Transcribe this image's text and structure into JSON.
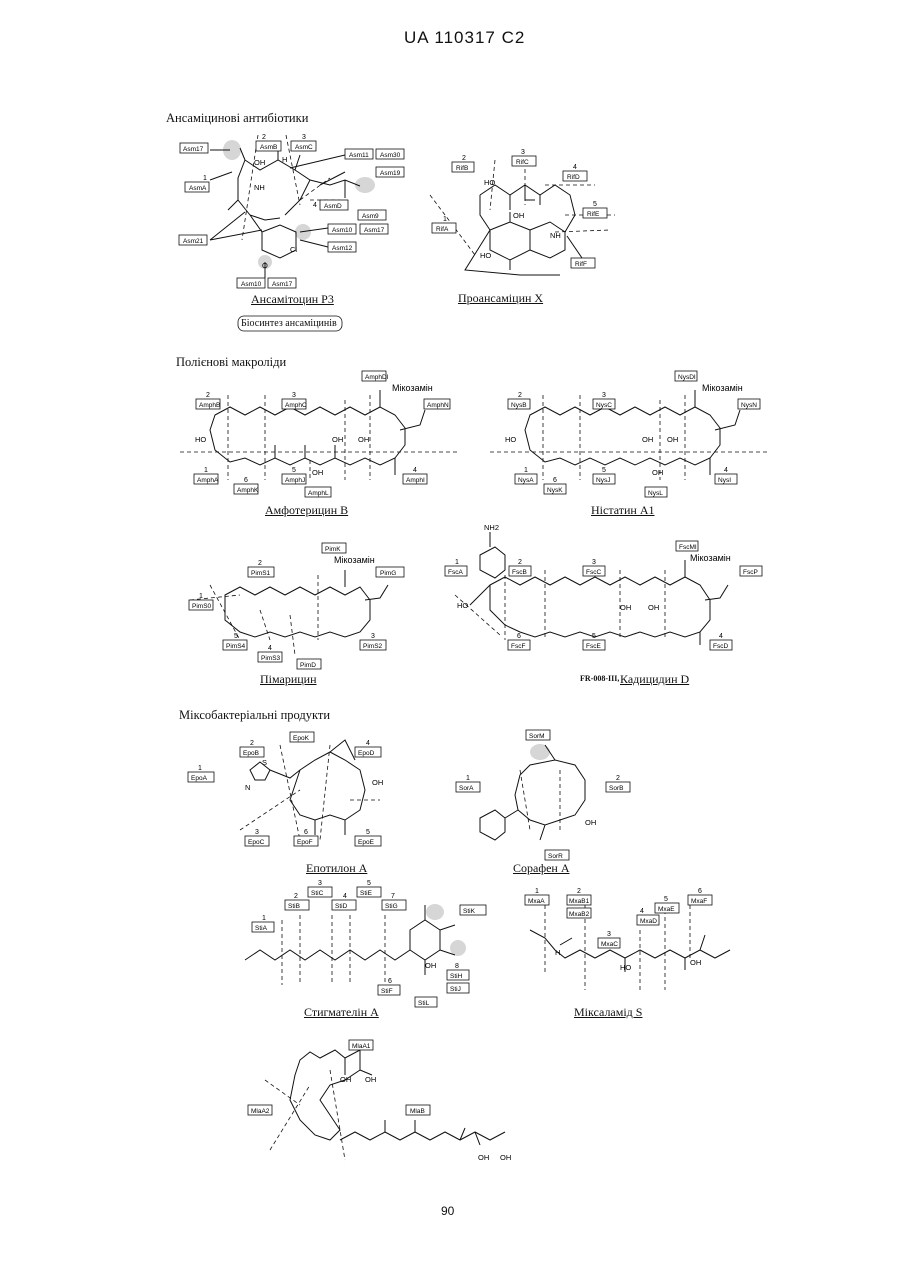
{
  "header": {
    "doc_id": "UA   110317   C2"
  },
  "sections": {
    "ansamycin": "Ансаміцинові антибіотики",
    "polyene": "Полієнові макроліди",
    "myxo": "Міксобактеріальні продукти"
  },
  "captions": {
    "ansamitocin": "Ансамітоцин P3",
    "proansamycin": "Проансаміцин X",
    "biosynth": "Біосинтез ансаміцинів",
    "amphotericin": "Амфотерицин B",
    "nystatin": "Ністатин A1",
    "pimaricin": "Пімарицин",
    "candicidin_prefix": "FR-008-III,",
    "candicidin": "Кадицидин D",
    "epothilone": "Епотилон A",
    "soraphen": "Сорафен A",
    "stigmatellin": "Стигмателін A",
    "myxalamide": "Міксаламід S"
  },
  "mycosamine_label": "Мікозамін",
  "page_number": "90",
  "gene_boxes": {
    "asm": [
      "Asm17",
      "AsmA",
      "AsmB",
      "AsmC",
      "Asm11",
      "Asm30",
      "Asm19",
      "AsmD",
      "Asm9",
      "Asm10",
      "Asm17",
      "Asm12",
      "Asm21",
      "Asm10",
      "Asm17"
    ],
    "rif": [
      "RifB",
      "RifC",
      "RifD",
      "RifE",
      "RifA",
      "RifF"
    ],
    "amph": [
      "AmphDI",
      "AmphB",
      "AmphC",
      "AmphN",
      "AmphA",
      "AmphK",
      "AmphJ",
      "AmphL",
      "AmphI"
    ],
    "nys": [
      "NysDI",
      "NysB",
      "NysC",
      "NysN",
      "NysA",
      "NysK",
      "NysJ",
      "NysL",
      "NysI"
    ],
    "pim": [
      "PimK",
      "PimS1",
      "PimG",
      "PimS0",
      "PimS4",
      "PimS3",
      "PimD",
      "PimS2"
    ],
    "fsc": [
      "FscMI",
      "FscA",
      "FscB",
      "FscC",
      "FscP",
      "FscF",
      "FscE",
      "FscD"
    ],
    "epo": [
      "EpoK",
      "EpoB",
      "EpoD",
      "EpoA",
      "EpoC",
      "EpoF",
      "EpoE"
    ],
    "sor": [
      "SorM",
      "SorA",
      "SorB",
      "SorR"
    ],
    "sti": [
      "StiC",
      "StiE",
      "StiB",
      "StiD",
      "StiG",
      "StiK",
      "StiA",
      "StiF",
      "StiL",
      "StiH",
      "StiJ"
    ],
    "mxa": [
      "MxaA",
      "MxaB1",
      "MxaB2",
      "MxaC",
      "MxaD",
      "MxaE",
      "MxaF"
    ],
    "mla": [
      "MlaA1",
      "MlaA2",
      "MlaB"
    ]
  },
  "module_numbers": {
    "asm": [
      "1",
      "2",
      "3",
      "4"
    ],
    "rif": [
      "1",
      "2",
      "3",
      "4",
      "5"
    ],
    "amph": [
      "2",
      "3",
      "1",
      "6",
      "5",
      "4"
    ],
    "nys": [
      "2",
      "3",
      "1",
      "6",
      "5",
      "4"
    ],
    "pim": [
      "2",
      "1",
      "5",
      "4",
      "3"
    ],
    "fsc": [
      "1",
      "2",
      "3",
      "6",
      "5",
      "4"
    ],
    "epo": [
      "2",
      "4",
      "1",
      "3",
      "6",
      "5"
    ],
    "sor": [
      "1",
      "2"
    ],
    "sti": [
      "3",
      "5",
      "2",
      "4",
      "7",
      "1",
      "6",
      "8"
    ],
    "mxa": [
      "1",
      "2",
      "3",
      "4",
      "5",
      "6"
    ]
  },
  "atoms": {
    "oh": "OH",
    "h": "H",
    "o": "O",
    "n": "N",
    "s": "S",
    "cl": "Cl",
    "nh": "NH",
    "nh2": "NH2",
    "ho": "HO"
  }
}
